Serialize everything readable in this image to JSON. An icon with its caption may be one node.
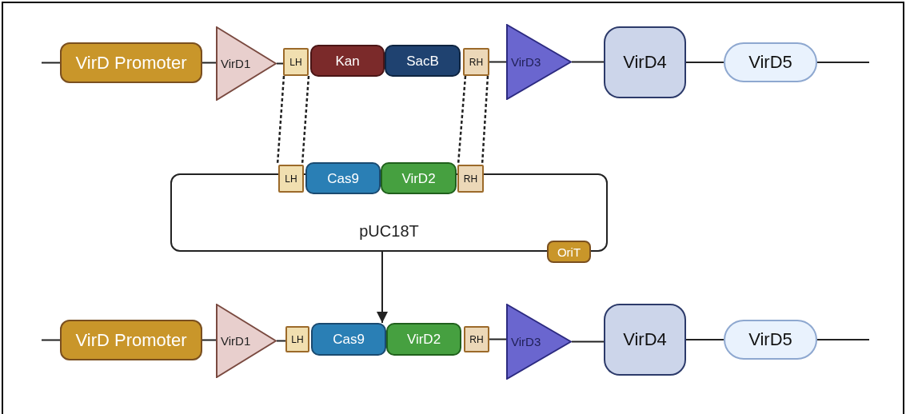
{
  "diagram": {
    "nodes": [
      {
        "text": [
          "VirD Promoter"
        ]
      },
      {
        "text": [
          "VirD1"
        ]
      },
      {
        "text": [
          "LH"
        ]
      },
      {
        "text": [
          "Kan"
        ]
      },
      {
        "text": [
          "SacB"
        ]
      },
      {
        "text": [
          "RH"
        ]
      },
      {
        "text": [
          "VirD3"
        ]
      },
      {
        "text": [
          "VirD4"
        ]
      },
      {
        "text": [
          "VirD5"
        ]
      },
      {
        "text": [
          "pUC18T"
        ]
      },
      {
        "text": [
          "LH"
        ]
      },
      {
        "text": [
          "Cas9"
        ]
      },
      {
        "text": [
          "VirD2"
        ]
      },
      {
        "text": [
          "RH"
        ]
      },
      {
        "text": [
          "OriT"
        ]
      },
      {
        "text": [
          "VirD Promoter"
        ]
      },
      {
        "text": [
          "VirD1"
        ]
      },
      {
        "text": [
          "LH"
        ]
      },
      {
        "text": [
          "Cas9"
        ]
      },
      {
        "text": [
          "VirD2"
        ]
      },
      {
        "text": [
          "RH"
        ]
      },
      {
        "text": [
          "VirD3"
        ]
      },
      {
        "text": [
          "VirD4"
        ]
      },
      {
        "text": [
          "VirD5"
        ]
      }
    ],
    "edges": [
      {
        "from": null,
        "to": 0,
        "arrow": "none"
      },
      {
        "from": 0,
        "to": 1,
        "arrow": "none"
      },
      {
        "from": 1,
        "to": 2,
        "arrow": "none"
      },
      {
        "from": 5,
        "to": 6,
        "arrow": "none"
      },
      {
        "from": 6,
        "to": 7,
        "arrow": "none"
      },
      {
        "from": 7,
        "to": 8,
        "arrow": "none"
      },
      {
        "from": 8,
        "to": null,
        "arrow": "none"
      },
      {
        "from": 2,
        "to": 10,
        "arrow": "none",
        "style": "dashed"
      },
      {
        "from": 2,
        "to": 10,
        "arrow": "none",
        "style": "dashed"
      },
      {
        "from": 5,
        "to": 13,
        "arrow": "none",
        "style": "dashed"
      },
      {
        "from": 5,
        "to": 13,
        "arrow": "none",
        "style": "dashed"
      },
      {
        "from": 9,
        "to": 18,
        "arrow": "to"
      },
      {
        "from": null,
        "to": 15,
        "arrow": "none"
      },
      {
        "from": 15,
        "to": 16,
        "arrow": "none"
      },
      {
        "from": 16,
        "to": 17,
        "arrow": "none"
      },
      {
        "from": 20,
        "to": 21,
        "arrow": "none"
      },
      {
        "from": 21,
        "to": 22,
        "arrow": "none"
      },
      {
        "from": 22,
        "to": 23,
        "arrow": "none"
      },
      {
        "from": 23,
        "to": null,
        "arrow": "none"
      }
    ]
  }
}
